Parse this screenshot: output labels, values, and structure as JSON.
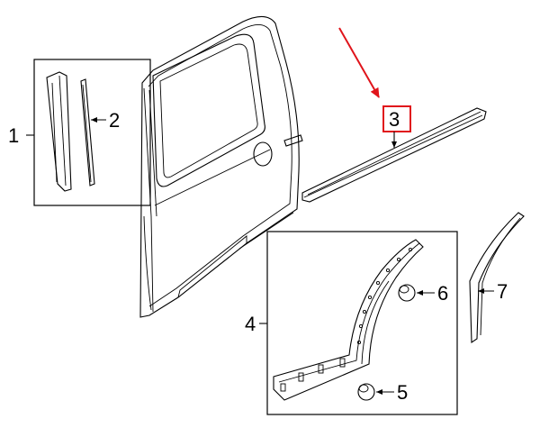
{
  "callouts": {
    "c1": "1",
    "c2": "2",
    "c3": "3",
    "c4": "4",
    "c5": "5",
    "c6": "6",
    "c7": "7"
  },
  "colors": {
    "line": "#000000",
    "highlight": "#e0141b",
    "background": "#ffffff"
  },
  "icons": {
    "pointer": "red-arrow-icon"
  }
}
